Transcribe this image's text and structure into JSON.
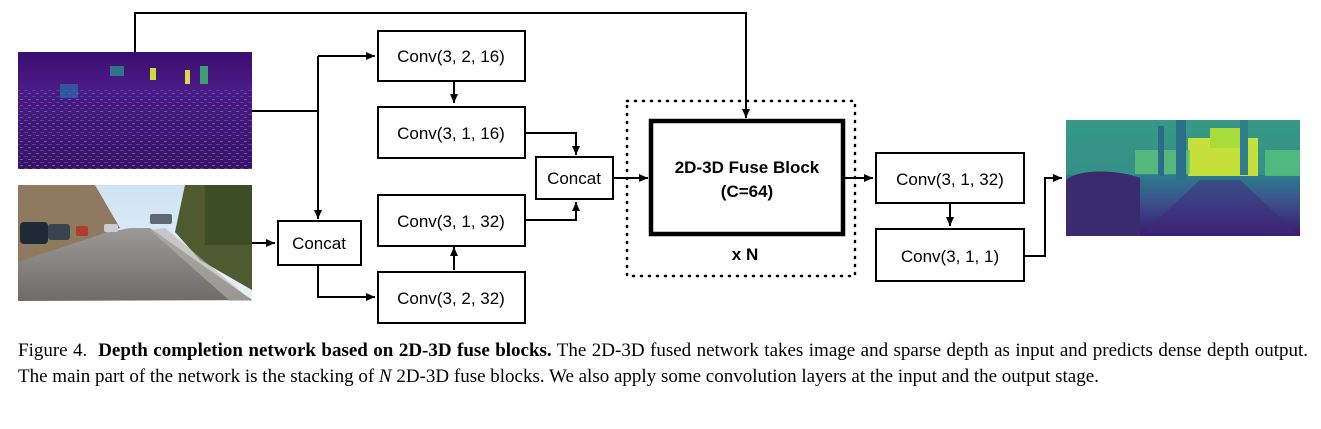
{
  "nodes": {
    "conv_a": "Conv(3, 2, 16)",
    "conv_b": "Conv(3, 1, 16)",
    "conv_c": "Conv(3, 1, 32)",
    "conv_d": "Conv(3, 2, 32)",
    "concat_input": "Concat",
    "concat_mid": "Concat",
    "fuse_block_title": "2D-3D Fuse Block",
    "fuse_block_channels": "(C=64)",
    "repeat_label": "x N",
    "conv_out1": "Conv(3, 1, 32)",
    "conv_out2": "Conv(3, 1, 1)"
  },
  "images": {
    "sparse_depth": "sparse-depth-map",
    "rgb": "street-rgb-image",
    "dense_depth": "dense-depth-output"
  },
  "caption": {
    "prefix": "Figure 4.",
    "bold": "Depth completion network based on 2D-3D fuse blocks.",
    "text1": "The 2D-3D fused network takes image and sparse depth as input and predicts dense depth output. The main part of the network is the stacking of",
    "var": "N",
    "text2": "2D-3D fuse blocks. We also apply some convolution layers at the input and the output stage."
  },
  "colors": {
    "depth_dark": "#440154",
    "depth_mid": "#21918c",
    "depth_bright": "#b5de2b"
  }
}
